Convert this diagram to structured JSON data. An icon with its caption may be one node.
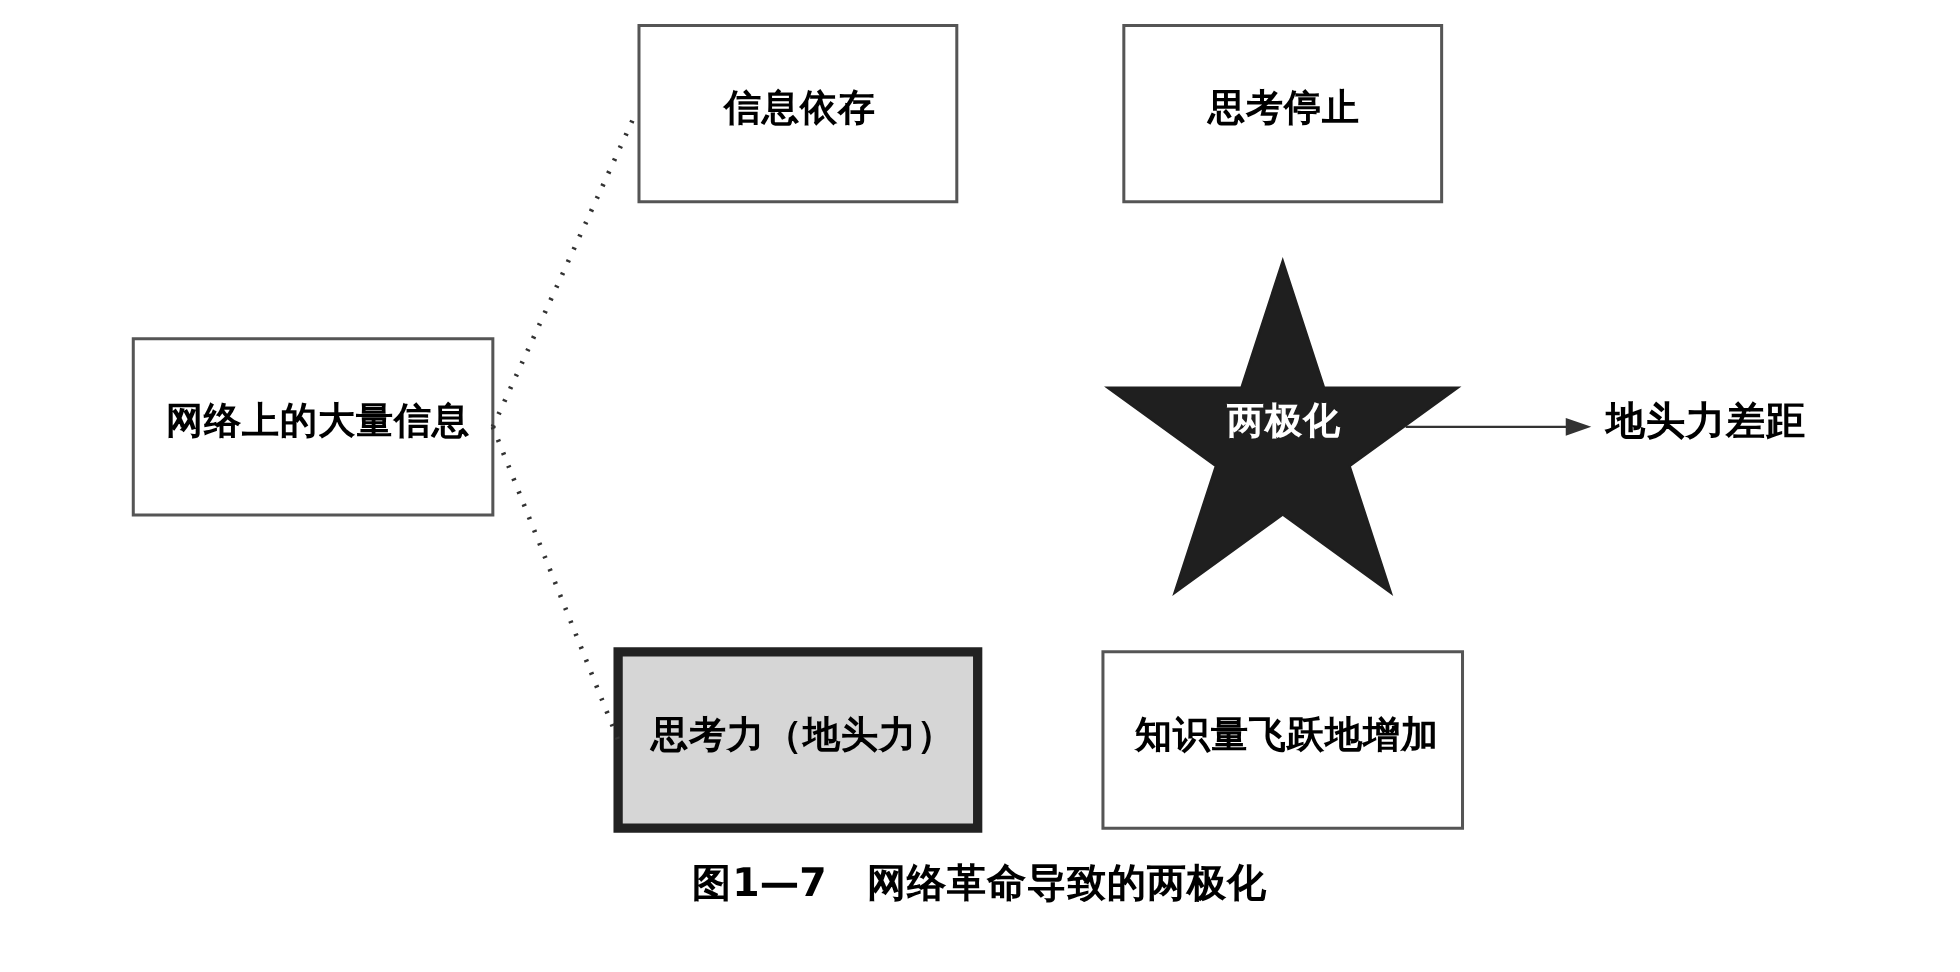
{
  "diagram": {
    "caption": "图1—7　网络革命导致的两极化",
    "nodes": [
      {
        "text": [
          "网络上的大量信息"
        ]
      },
      {
        "text": [
          "信息依存"
        ]
      },
      {
        "text": [
          "思考停止"
        ]
      },
      {
        "text": [
          "两极化"
        ]
      },
      {
        "text": [
          "地头力差距"
        ]
      },
      {
        "text": [
          "思考力（地头力）"
        ]
      },
      {
        "text": [
          "知识量飞跃地增加"
        ]
      }
    ],
    "edges": [
      {
        "from": 0,
        "to": 1,
        "arrow": "none",
        "style": "dashed"
      },
      {
        "from": 0,
        "to": 5,
        "arrow": "none",
        "style": "dashed"
      },
      {
        "from": 3,
        "to": 4,
        "arrow": "to"
      }
    ]
  }
}
